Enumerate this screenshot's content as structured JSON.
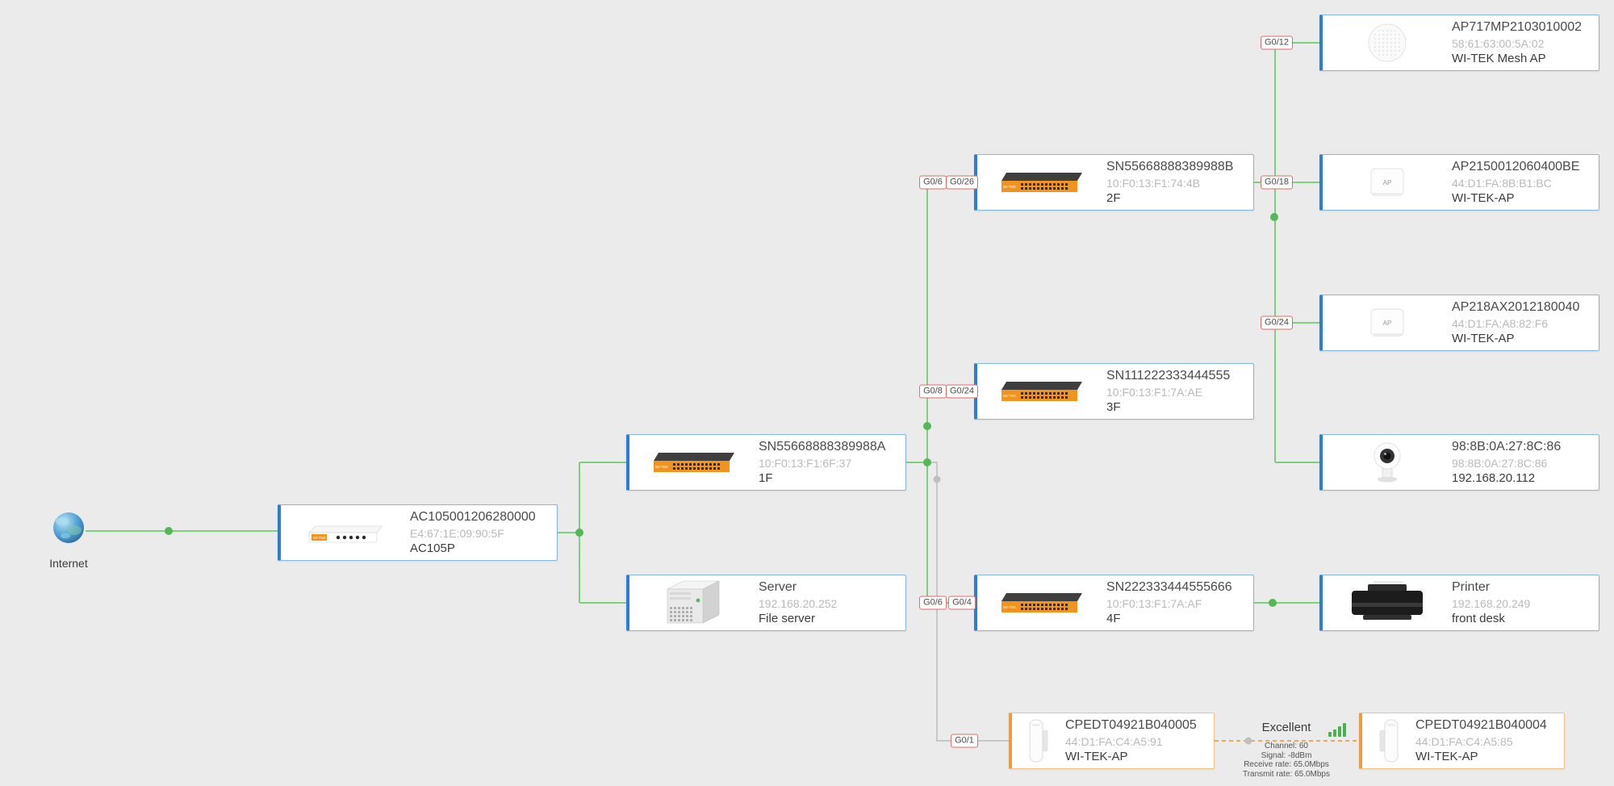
{
  "colors": {
    "background": "#ebebeb",
    "node_border": "#85b7e4",
    "node_accent": "#2a7fd4",
    "cpe_accent": "#f09a3e",
    "link_green": "#7ed07e",
    "link_dot_green": "#54b854",
    "link_inactive_gray": "#c8c8c8",
    "wireless_orange": "#f0a95a",
    "port_badge_border": "#e06a66"
  },
  "internet": {
    "label": "Internet"
  },
  "brand_logo": "WI-TEK",
  "ap_icon_label": "AP",
  "nodes": [
    {
      "name": "AC105001206280000",
      "mac": "E4:67:1E:09:90:5F",
      "label": "AC105P"
    },
    {
      "name": "SN55668888389988A",
      "mac": "10:F0:13:F1:6F:37",
      "label": "1F"
    },
    {
      "name": "Server",
      "mac": "192.168.20.252",
      "label": "File server"
    },
    {
      "name": "SN55668888389988B",
      "mac": "10:F0:13:F1:74:4B",
      "label": "2F"
    },
    {
      "name": "SN111222333444555",
      "mac": "10:F0:13:F1:7A:AE",
      "label": "3F"
    },
    {
      "name": "SN222333444555666",
      "mac": "10:F0:13:F1:7A:AF",
      "label": "4F"
    },
    {
      "name": "AP717MP2103010002",
      "mac": "58:61:63:00:5A:02",
      "label": "WI-TEK Mesh AP"
    },
    {
      "name": "AP2150012060400BE",
      "mac": "44:D1:FA:8B:B1:BC",
      "label": "WI-TEK-AP"
    },
    {
      "name": "AP218AX2012180040",
      "mac": "44:D1:FA:A8:82:F6",
      "label": "WI-TEK-AP"
    },
    {
      "name": "98:8B:0A:27:8C:86",
      "mac": "98:8B:0A:27:8C:86",
      "label": "192.168.20.112"
    },
    {
      "name": "Printer",
      "mac": "192.168.20.249",
      "label": "front desk"
    },
    {
      "name": "CPEDT04921B040005",
      "mac": "44:D1:FA:C4:A5:91",
      "label": "WI-TEK-AP"
    },
    {
      "name": "CPEDT04921B040004",
      "mac": "44:D1:FA:C4:A5:85",
      "label": "WI-TEK-AP"
    }
  ],
  "ports": [
    {
      "label": "G0/12"
    },
    {
      "label": "G0/6"
    },
    {
      "label": "G0/26"
    },
    {
      "label": "G0/18"
    },
    {
      "label": "G0/24"
    },
    {
      "label": "G0/8"
    },
    {
      "label": "G0/24"
    },
    {
      "label": "G0/6"
    },
    {
      "label": "G0/4"
    },
    {
      "label": "G0/1"
    }
  ],
  "wireless_link": {
    "quality": "Excellent",
    "lines": [
      "Channel: 60",
      "Signal: -8dBm",
      "Receive rate: 65.0Mbps",
      "Transmit rate: 65.0Mbps"
    ]
  }
}
